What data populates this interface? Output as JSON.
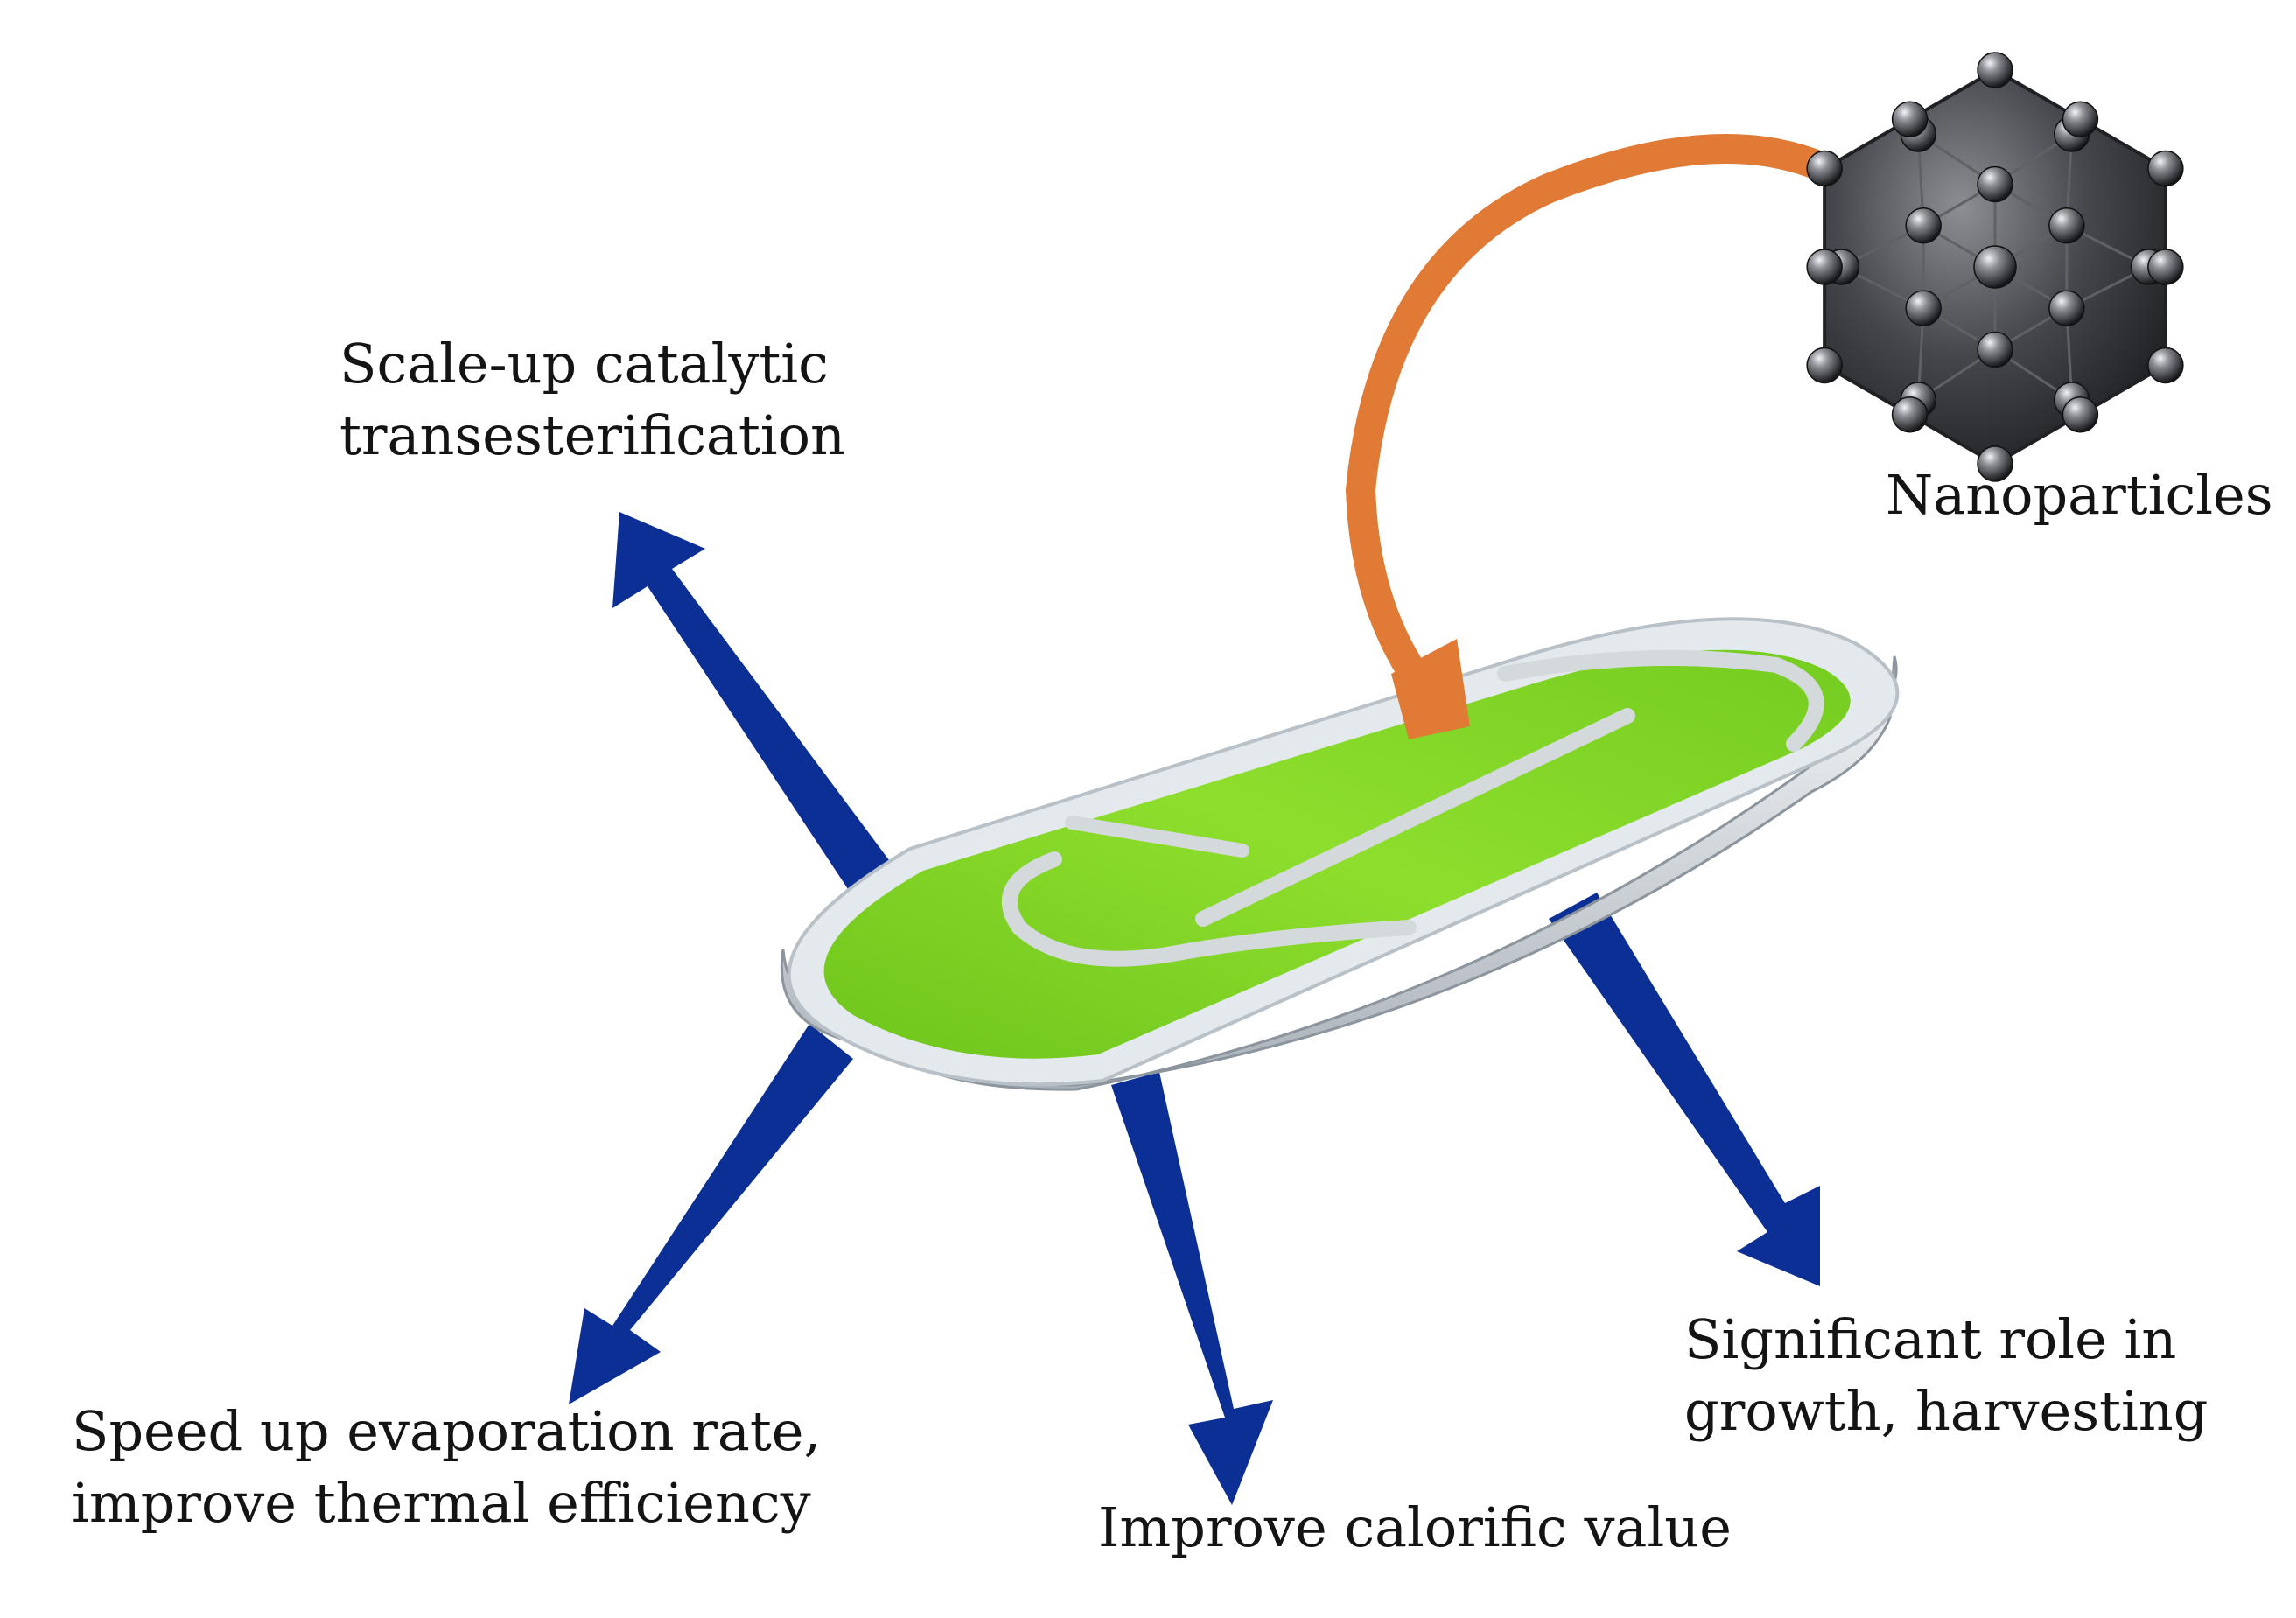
{
  "nanoparticles": {
    "label": "Nanoparticles"
  },
  "outcomes": {
    "scale_up": {
      "lines": [
        "Scale-up catalytic",
        "transesterification"
      ]
    },
    "evaporation": {
      "lines": [
        "Speed up evaporation rate,",
        "improve thermal efficiency"
      ]
    },
    "calorific": {
      "lines": [
        "Improve calorific value"
      ]
    },
    "growth": {
      "lines": [
        "Significant role in",
        "growth, harvesting"
      ]
    }
  },
  "colors": {
    "blue_arrow": "#0b2f95",
    "orange_arrow": "#e07a35",
    "algae_green": "#7ed321",
    "pond_rim": "#dde3e8",
    "nanoparticle_body": "#3a3b3f"
  }
}
